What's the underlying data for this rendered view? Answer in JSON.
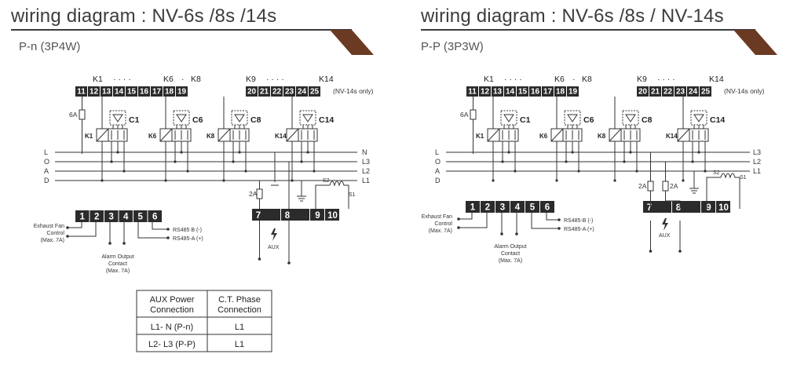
{
  "left": {
    "title": "wiring diagram : NV-6s /8s /14s",
    "subtitle": "P-n (3P4W)",
    "relay_terminals": [
      "11",
      "12",
      "13",
      "14",
      "15",
      "16",
      "17",
      "18",
      "19"
    ],
    "relay_terminals_b": [
      "20",
      "21",
      "22",
      "23",
      "24",
      "25"
    ],
    "k_labels": [
      "K1",
      "K6",
      "K8",
      "K9",
      "K14"
    ],
    "nv14_note": "(NV-14s only)",
    "fuse_6a": "6A",
    "fuse_2a": "2A",
    "contactors": [
      "C1",
      "C6",
      "C8",
      "C14"
    ],
    "k_coils": [
      "K1",
      "K6",
      "K8",
      "K14"
    ],
    "rails_left": [
      "L",
      "O",
      "A",
      "D"
    ],
    "rails_right": [
      "N",
      "L3",
      "L2",
      "L1"
    ],
    "power_terminals": [
      "7",
      "8",
      "9",
      "10"
    ],
    "ct_labels": [
      "S2",
      "S1"
    ],
    "aux_label": "AUX",
    "ctrl_terminals": [
      "1",
      "2",
      "3",
      "4",
      "5",
      "6"
    ],
    "exhaust_fan": [
      "Exhaust Fan",
      "Control",
      "(Max. 7A)"
    ],
    "alarm": [
      "Alarm Output",
      "Contact",
      "(Max. 7A)"
    ],
    "rs485": [
      "RS485 B (-)",
      "RS485-A (+)"
    ]
  },
  "right": {
    "title": "wiring diagram : NV-6s /8s / NV-14s",
    "subtitle": "P-P (3P3W)",
    "relay_terminals": [
      "11",
      "12",
      "13",
      "14",
      "15",
      "16",
      "17",
      "18",
      "19"
    ],
    "relay_terminals_b": [
      "20",
      "21",
      "22",
      "23",
      "24",
      "25"
    ],
    "k_labels": [
      "K1",
      "K6",
      "K8",
      "K9",
      "K14"
    ],
    "nv14_note": "(NV-14s only)",
    "fuse_6a": "6A",
    "fuse_2a_a": "2A",
    "fuse_2a_b": "2A",
    "contactors": [
      "C1",
      "C6",
      "C8",
      "C14"
    ],
    "k_coils": [
      "K1",
      "K6",
      "K8",
      "K14"
    ],
    "rails_left": [
      "L",
      "O",
      "A",
      "D"
    ],
    "rails_right": [
      "L3",
      "L2",
      "L1"
    ],
    "power_terminals": [
      "7",
      "8",
      "9",
      "10"
    ],
    "ct_labels": [
      "S2",
      "S1"
    ],
    "aux_label": "AUX",
    "ctrl_terminals": [
      "1",
      "2",
      "3",
      "4",
      "5",
      "6"
    ],
    "exhaust_fan": [
      "Exhaust Fan",
      "Control",
      "(Max. 7A)"
    ],
    "alarm": [
      "Alarm Output",
      "Contact",
      "(Max. 7A)"
    ],
    "rs485": [
      "RS485-B (-)",
      "RS485-A (+)"
    ]
  },
  "table": {
    "headers": [
      [
        "AUX Power",
        "Connection"
      ],
      [
        "C.T. Phase",
        "Connection"
      ]
    ],
    "rows": [
      [
        "L1- N (P-n)",
        "L1"
      ],
      [
        "L2- L3 (P-P)",
        "L1"
      ]
    ]
  },
  "colors": {
    "terminal": "#2b2b2b",
    "accent_brown": "#6b3a22",
    "rule": "#3a3a3a"
  }
}
